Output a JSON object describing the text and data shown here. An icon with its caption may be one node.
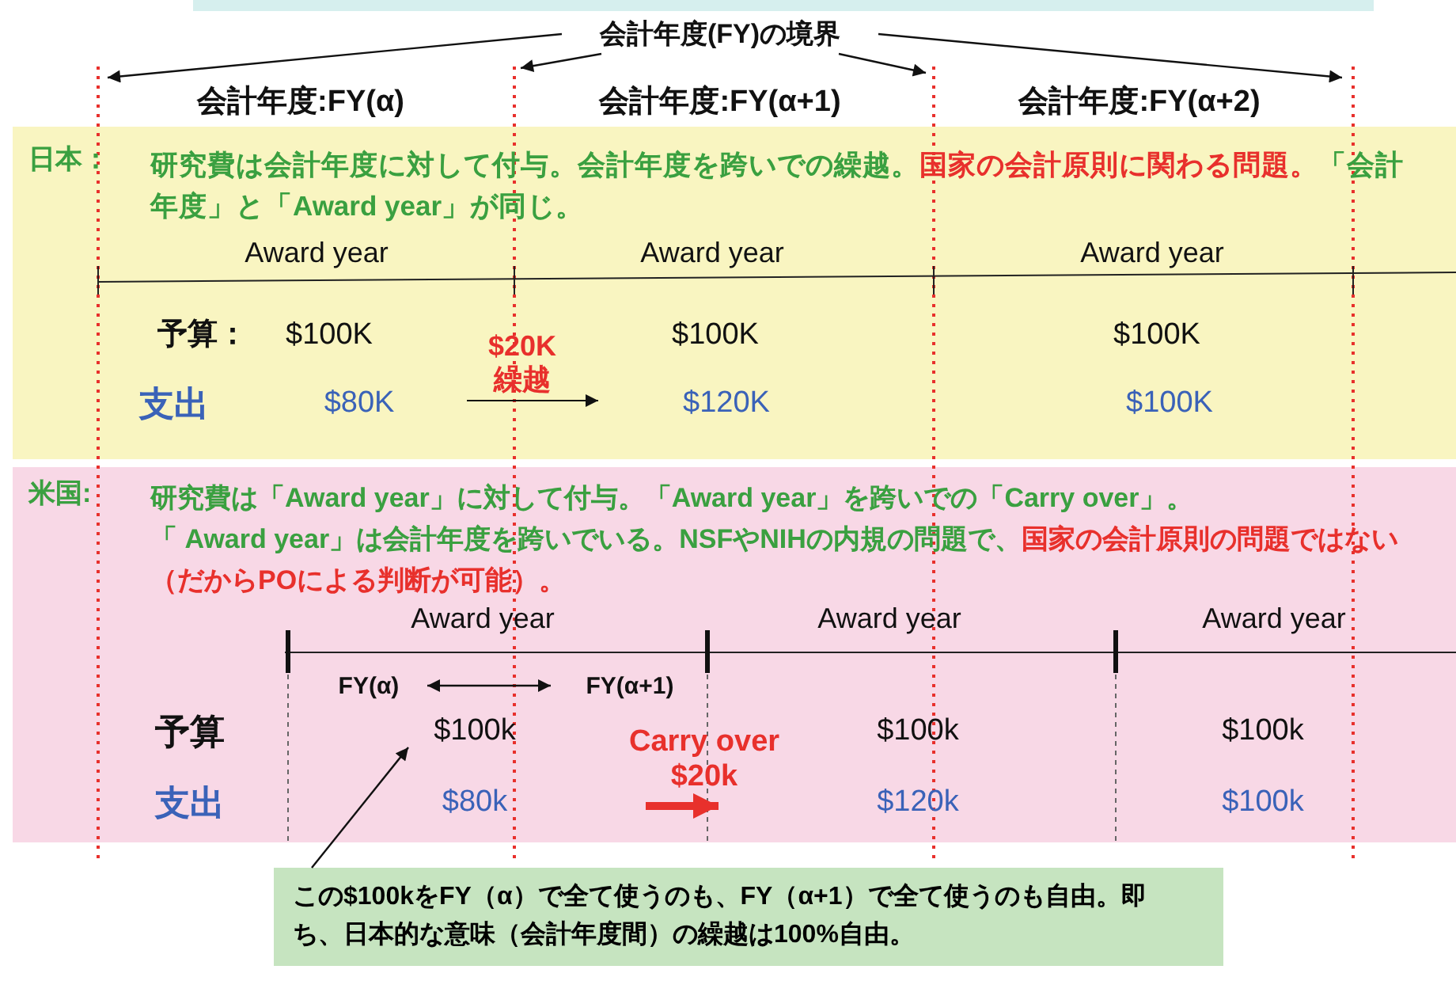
{
  "diagram": {
    "nodes": [
      {
        "text": [
          "会計年度(FY)の境界"
        ]
      },
      {
        "text": [
          "日本：",
          "研究費は会計年度に対して付与。会計年度を跨いでの繰越。",
          "国家の会計原則に関わる問題。",
          "「会計年度」と「Award year」が同じ。"
        ]
      },
      {
        "text": [
          "米国:",
          "研究費は「Award year」に対して付与。「Award year」を跨いでの「Carry over」。",
          "「 Award year」は会計年度を跨いでいる。NSFやNIHの内規の問題で、",
          "国家の会計原則の問題ではない（だからPOによる判断が可能）。"
        ]
      },
      {
        "text": [
          "FY(α)"
        ],
        "in": 2
      },
      {
        "text": [
          "FY(α+1)"
        ],
        "in": 2
      },
      {
        "text": [
          "$100k"
        ],
        "in": 2
      },
      {
        "text": [
          "この$100kをFY（α）で全て使うのも、FY（α+1）で全て使うのも自由。即ち、日本的な意味（会計年度間）の繰越は100%自由。"
        ]
      }
    ],
    "edges": [
      {
        "from": 0,
        "to": null,
        "arrow": "to"
      },
      {
        "from": 0,
        "to": null,
        "arrow": "to"
      },
      {
        "from": 0,
        "to": null,
        "arrow": "to"
      },
      {
        "from": 0,
        "to": null,
        "arrow": "to"
      },
      {
        "from": 3,
        "to": 4,
        "arrow": "both"
      },
      {
        "from": 6,
        "to": 5,
        "arrow": "to"
      }
    ],
    "labels": [
      "会計年度:FY(α)",
      "会計年度:FY(α+1)",
      "会計年度:FY(α+2)",
      "Award year",
      "Award year",
      "Award year",
      "予算：",
      "$100K",
      "$20K 繰越",
      "$100K",
      "$100K",
      "支出",
      "$80K",
      "$120K",
      "$100K",
      "Award year",
      "Award year",
      "Award year",
      "予算",
      "Carry over $20k",
      "$100k",
      "$100k",
      "支出",
      "$80k",
      "$120k",
      "$100k"
    ]
  }
}
